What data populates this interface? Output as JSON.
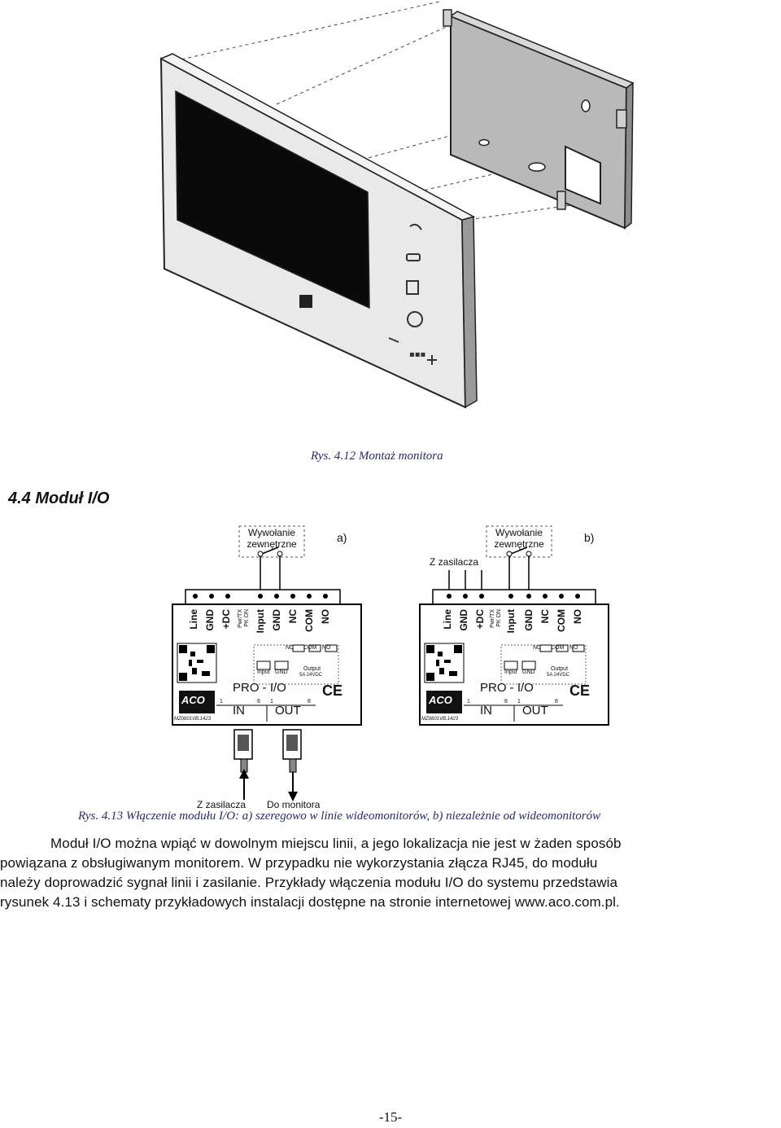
{
  "figure1": {
    "caption": "Rys. 4.12 Montaż monitora"
  },
  "section": {
    "heading": "4.4 Moduł I/O"
  },
  "diagram_a": {
    "letter": "a)",
    "call_label_line1": "Wywołanie",
    "call_label_line2": "zewnętrzne",
    "bottom_left_label": "Z zasilacza",
    "bottom_right_label": "Do monitora"
  },
  "diagram_b": {
    "letter": "b)",
    "call_label_line1": "Wywołanie",
    "call_label_line2": "zewnętrzne",
    "supply_label": "Z zasilacza"
  },
  "module": {
    "terminals": [
      "Line",
      "GND",
      "+DC",
      "Input",
      "GND",
      "NC",
      "COM",
      "NO"
    ],
    "jumper_label_1": "Pwr/TX",
    "jumper_label_2": "PK ON",
    "title": "PRO - I/O",
    "port_in": "IN",
    "port_out": "OUT",
    "pin_1": "1",
    "pin_8": "8",
    "relay_nc": "NC",
    "relay_com": "COM",
    "relay_no": "NO",
    "input_label": "Input",
    "gnd_label": "GND",
    "output_label": "Output",
    "output_rating": "5A 24VDC",
    "model": "MZ0601VB.1423",
    "ce": "CE",
    "logo": "ACO"
  },
  "figure2": {
    "caption": "Rys. 4.13 Włączenie modułu I/O: a) szeregowo w linie wideomonitorów, b) niezależnie od wideomonitorów"
  },
  "paragraph": {
    "line1": "Moduł I/O można wpiąć w dowolnym miejscu linii, a jego lokalizacja nie jest w żaden sposób",
    "line2": "powiązana z obsługiwanym monitorem. W przypadku nie wykorzystania złącza RJ45, do modułu",
    "line3": "należy doprowadzić sygnał linii i zasilanie. Przykłady włączenia modułu I/O do systemu przedstawia",
    "line4": "rysunek 4.13 i schematy przykładowych instalacji dostępne na stronie internetowej www.aco.com.pl."
  },
  "footer": {
    "page_number": "-15-"
  }
}
